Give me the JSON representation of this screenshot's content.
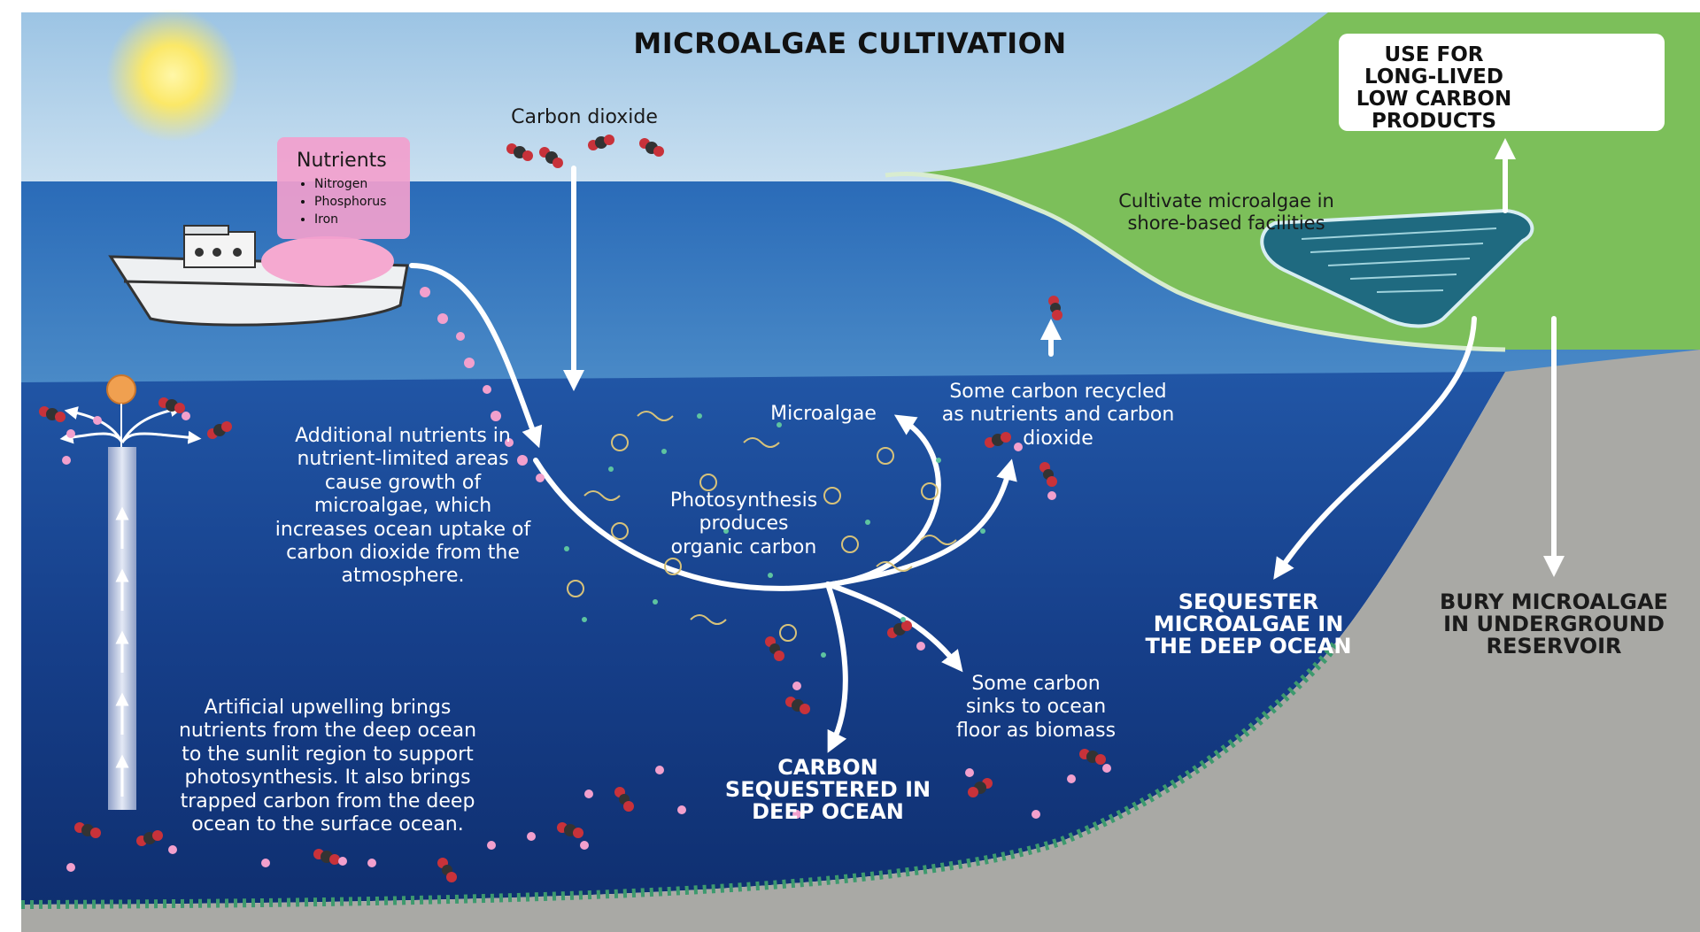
{
  "title": "MICROALGAE CULTIVATION",
  "nutrients": {
    "heading": "Nutrients",
    "items": [
      "Nitrogen",
      "Phosphorus",
      "Iron"
    ]
  },
  "products_box": {
    "lines": [
      "USE FOR",
      "LONG-LIVED",
      "LOW CARBON",
      "PRODUCTS"
    ]
  },
  "labels": {
    "carbon_dioxide": "Carbon dioxide",
    "cultivate_shore": [
      "Cultivate microalgae in",
      "shore-based facilities"
    ],
    "microalgae": "Microalgae",
    "recycled": [
      "Some carbon recycled",
      "as nutrients and carbon",
      "dioxide"
    ],
    "additional_nutrients": [
      "Additional nutrients in",
      "nutrient-limited areas",
      "cause growth of",
      "microalgae, which",
      "increases ocean uptake of",
      "carbon dioxide from the",
      "atmosphere."
    ],
    "photosynthesis": [
      "Photosynthesis",
      "produces",
      "organic carbon"
    ],
    "sinks": [
      "Some carbon",
      "sinks to ocean",
      "floor as biomass"
    ],
    "upwelling": [
      "Artificial upwelling brings",
      "nutrients from the deep ocean",
      "to the sunlit region to support",
      "photosynthesis. It also brings",
      "trapped carbon from the deep",
      "ocean to the surface ocean."
    ]
  },
  "captions": {
    "sequestered": [
      "CARBON",
      "SEQUESTERED IN",
      "DEEP OCEAN"
    ],
    "sequester_deep": [
      "SEQUESTER",
      "MICROALGAE IN",
      "THE DEEP OCEAN"
    ],
    "bury": [
      "BURY MICROALGAE",
      "IN UNDERGROUND",
      "RESERVOIR"
    ]
  },
  "colors": {
    "sky": "#cfe3f2",
    "ocean_surface": "#2f6fb5",
    "deep_ocean": "#163f86",
    "land": "#7cbf5a",
    "seabed": "#a9a9a5",
    "nutrient_pink": "#f2a0cd",
    "co2_red": "#c8323a"
  }
}
